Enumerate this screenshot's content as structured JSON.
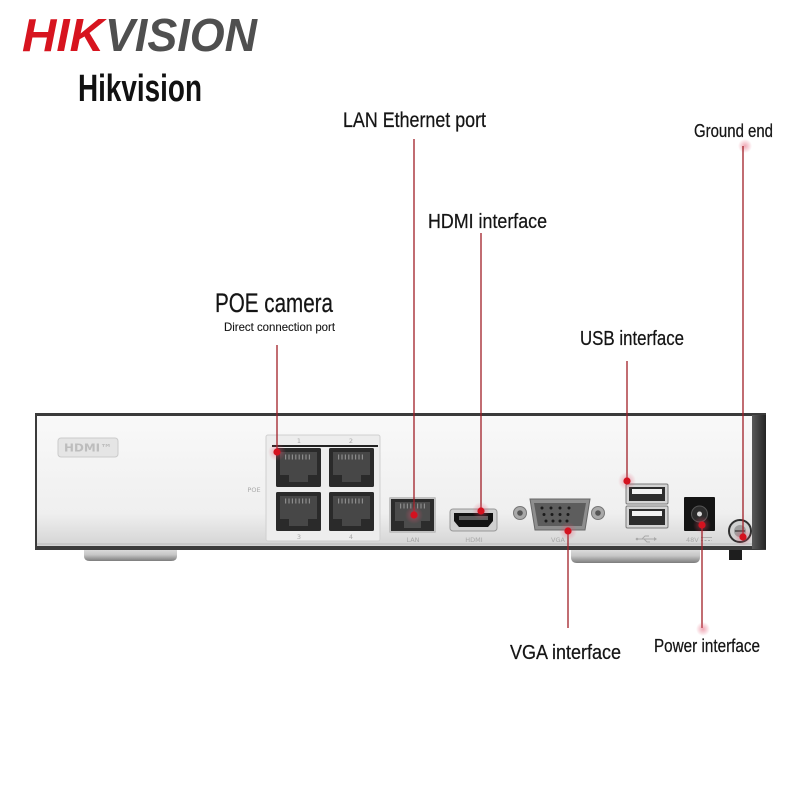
{
  "logo": {
    "part_red": "HIK",
    "part_gray": "VISION"
  },
  "brand_name": "Hikvision",
  "callouts": {
    "lan": "LAN Ethernet port",
    "ground": "Ground end",
    "hdmi": "HDMI interface",
    "poe_title": "POE camera",
    "poe_subtitle": "Direct connection port",
    "usb": "USB interface",
    "vga": "VGA interface",
    "power": "Power interface"
  },
  "device_markings": {
    "hdmi_logo": "HDMI™",
    "poe": "POE",
    "port_numbers": [
      "1",
      "2",
      "3",
      "4"
    ],
    "lan": "LAN",
    "hdmi": "HDMI",
    "vga": "VGA",
    "power_rating": "48V"
  },
  "icons": {
    "usb_marking": "usb-icon",
    "dc_marking": "dc-symbol-icon",
    "ground_terminal": "ground-screw-icon"
  },
  "colors": {
    "logo_red": "#d7141f",
    "logo_gray": "#4f4f4f",
    "callout_line": "#a01e27",
    "callout_dot": "#d4121f",
    "label_text": "#151515"
  }
}
